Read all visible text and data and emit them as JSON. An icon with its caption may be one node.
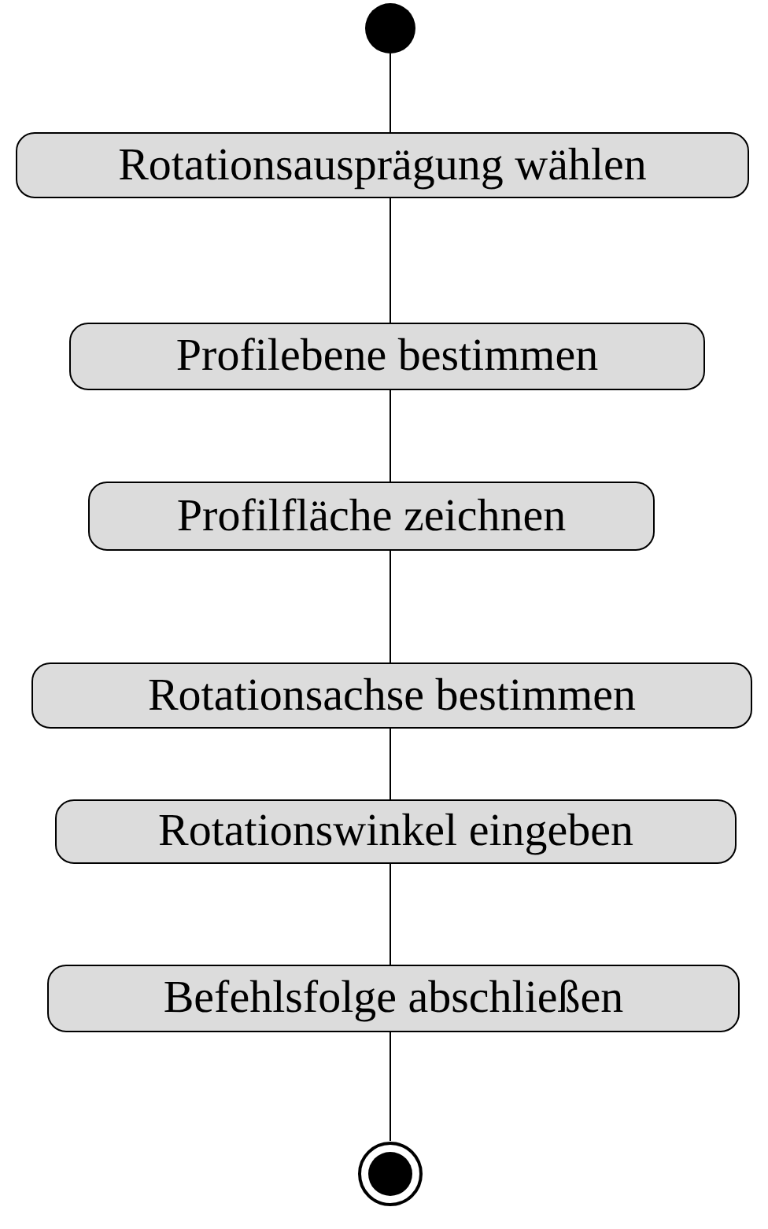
{
  "diagram": {
    "nodes": [
      {
        "text": [],
        "shape": "circle"
      },
      {
        "text": [
          "Rotationsausprägung wählen"
        ]
      },
      {
        "text": [
          "Profilebene bestimmen"
        ]
      },
      {
        "text": [
          "Profilfläche zeichnen"
        ]
      },
      {
        "text": [
          "Rotationsachse bestimmen"
        ]
      },
      {
        "text": [
          "Rotationswinkel eingeben"
        ]
      },
      {
        "text": [
          "Befehlsfolge abschließen"
        ]
      },
      {
        "text": [],
        "shape": "bullseye"
      }
    ],
    "edges": [
      {
        "from": 0,
        "to": 1,
        "arrow": "none"
      },
      {
        "from": 1,
        "to": 2,
        "arrow": "none"
      },
      {
        "from": 2,
        "to": 3,
        "arrow": "none"
      },
      {
        "from": 3,
        "to": 4,
        "arrow": "none"
      },
      {
        "from": 4,
        "to": 5,
        "arrow": "none"
      },
      {
        "from": 5,
        "to": 6,
        "arrow": "none"
      },
      {
        "from": 6,
        "to": 7,
        "arrow": "none"
      }
    ]
  }
}
